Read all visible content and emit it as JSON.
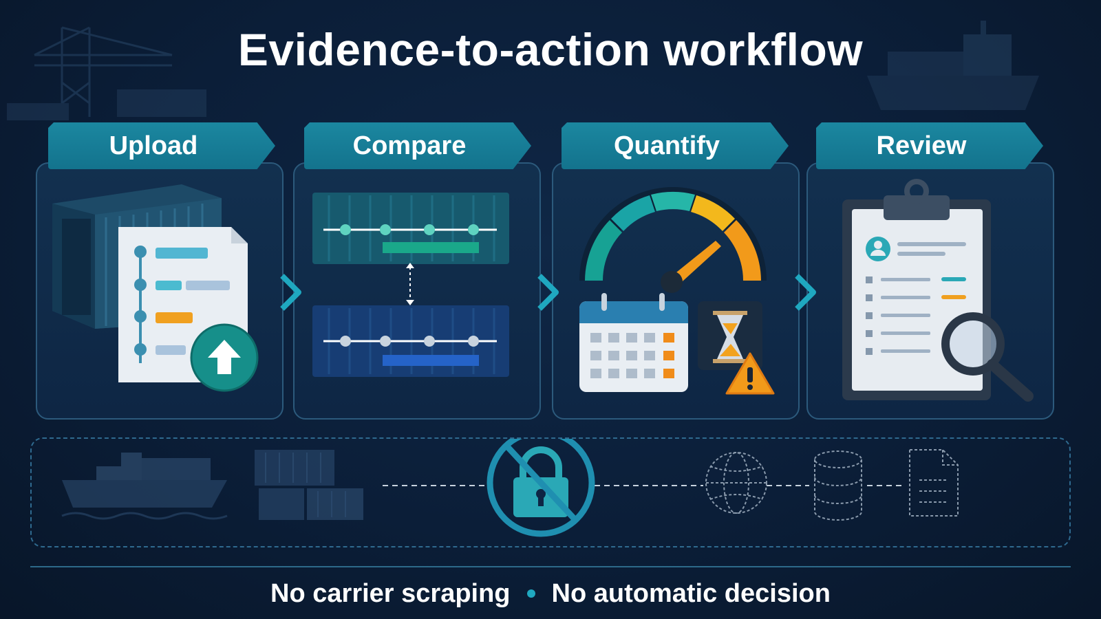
{
  "title": "Evidence-to-action workflow",
  "steps": [
    {
      "label": "Upload"
    },
    {
      "label": "Compare"
    },
    {
      "label": "Quantify"
    },
    {
      "label": "Review"
    }
  ],
  "footer": {
    "left": "No carrier scraping",
    "right": "No automatic decision"
  },
  "colors": {
    "background": "#0b1e38",
    "accent_teal": "#1b87a0",
    "accent_orange": "#f0a020",
    "accent_blue": "#2563c8"
  },
  "icons": [
    "container-icon",
    "document-upload-icon",
    "container-compare-icon",
    "gauge-icon",
    "calendar-icon",
    "hourglass-icon",
    "warning-icon",
    "clipboard-icon",
    "magnifier-icon",
    "ship-icon",
    "container-stack-icon",
    "no-lock-icon",
    "globe-icon",
    "database-icon",
    "document-icon"
  ]
}
